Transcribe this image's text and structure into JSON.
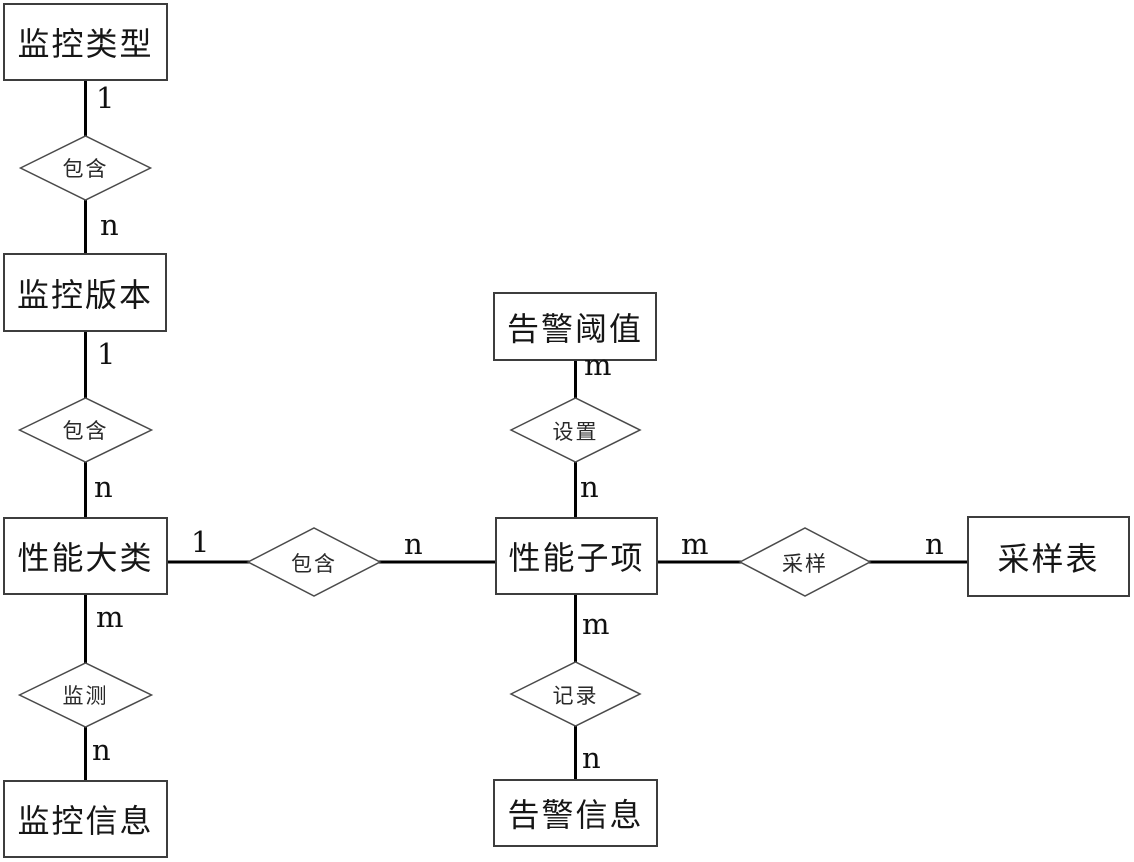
{
  "diagram": {
    "type": "entity-relationship-diagram",
    "colors": {
      "background": "#ffffff",
      "connector_line": "#000000",
      "entity_border": "#3d3d3d",
      "diamond_border": "#4a4a4a",
      "text": "#161616"
    },
    "entities": [
      {
        "label": "监控类型"
      },
      {
        "label": "监控版本"
      },
      {
        "label": "性能大类"
      },
      {
        "label": "监控信息"
      },
      {
        "label": "告警阈值"
      },
      {
        "label": "性能子项"
      },
      {
        "label": "采样表"
      },
      {
        "label": "告警信息"
      }
    ],
    "relationships": [
      {
        "label": "包含",
        "from": "监控类型",
        "to": "监控版本",
        "from_card": "1",
        "to_card": "n"
      },
      {
        "label": "包含",
        "from": "监控版本",
        "to": "性能大类",
        "from_card": "1",
        "to_card": "n"
      },
      {
        "label": "包含",
        "from": "性能大类",
        "to": "性能子项",
        "from_card": "1",
        "to_card": "n"
      },
      {
        "label": "监测",
        "from": "性能大类",
        "to": "监控信息",
        "from_card": "m",
        "to_card": "n"
      },
      {
        "label": "设置",
        "from": "告警阈值",
        "to": "性能子项",
        "from_card": "m",
        "to_card": "n"
      },
      {
        "label": "采样",
        "from": "性能子项",
        "to": "采样表",
        "from_card": "m",
        "to_card": "n"
      },
      {
        "label": "记录",
        "from": "性能子项",
        "to": "告警信息",
        "from_card": "m",
        "to_card": "n"
      }
    ]
  }
}
